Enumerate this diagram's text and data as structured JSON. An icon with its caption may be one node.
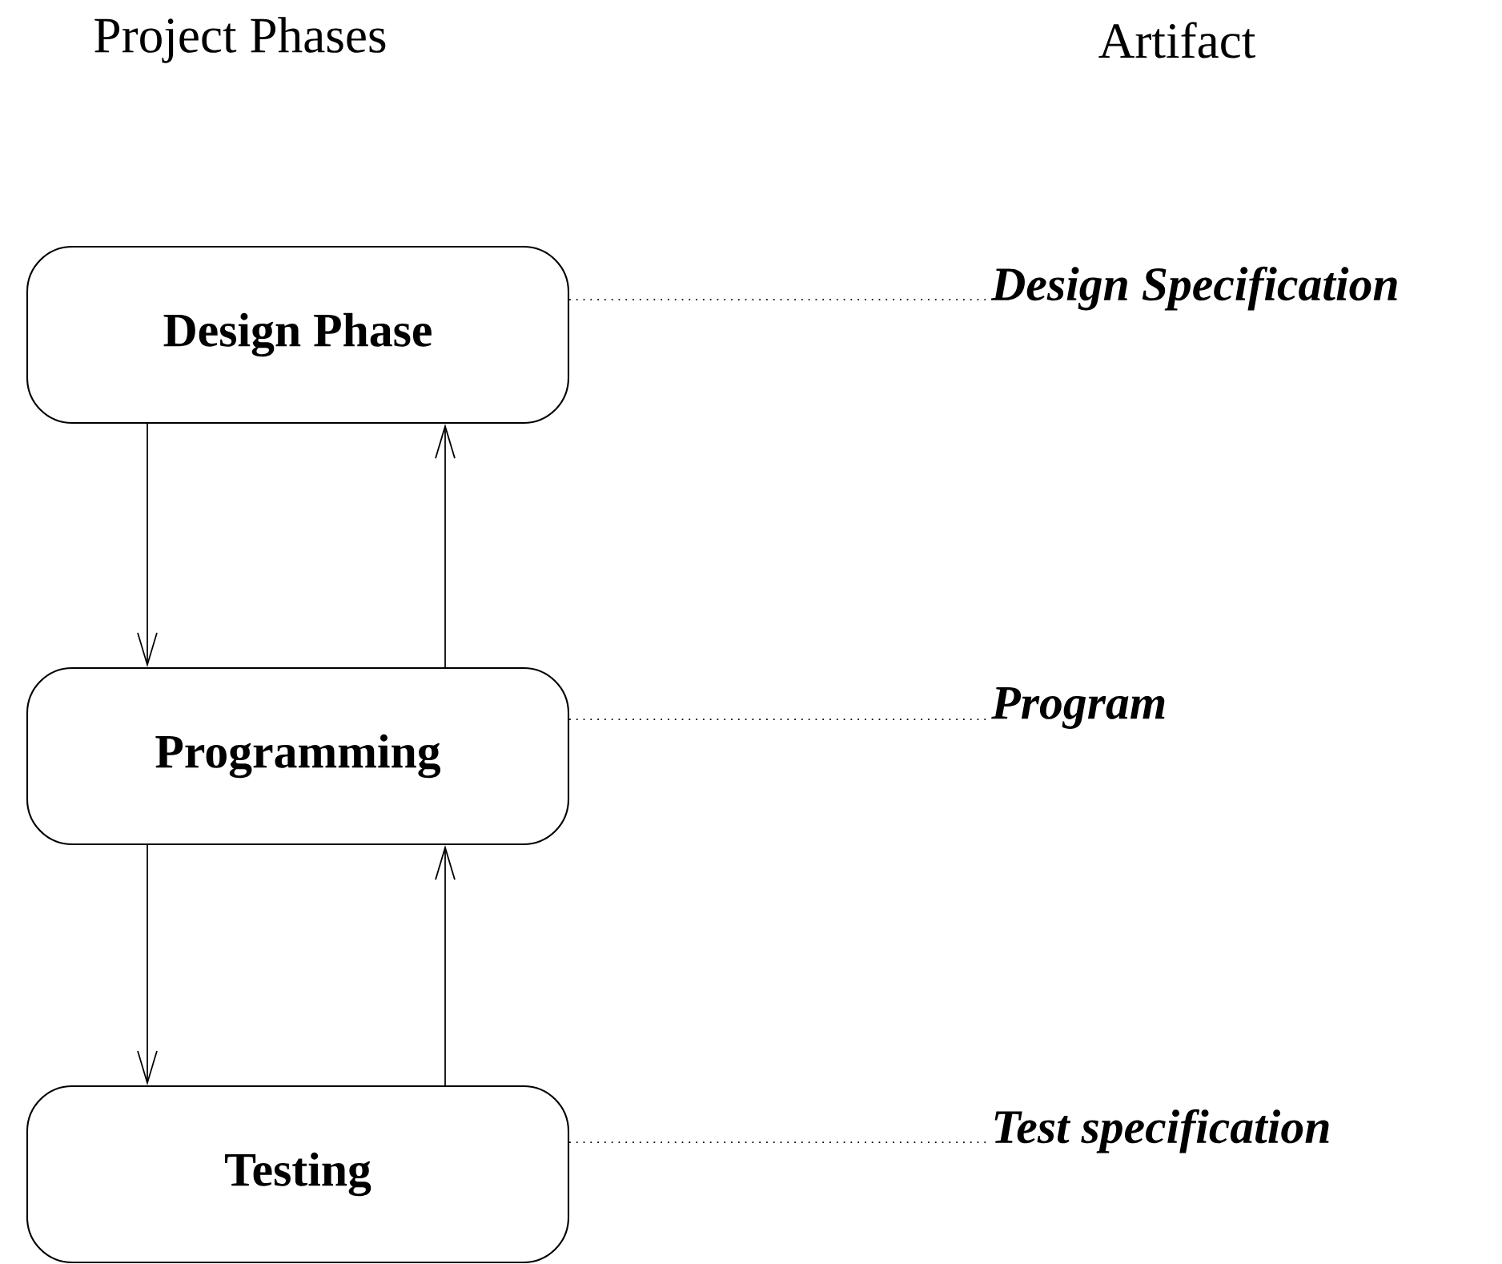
{
  "diagram": {
    "nodes": [
      {
        "text": [
          "Design Phase"
        ]
      },
      {
        "text": [
          "Programming"
        ]
      },
      {
        "text": [
          "Testing"
        ]
      },
      {
        "text": [
          "*Design Specification*"
        ]
      },
      {
        "text": [
          "*Program*"
        ]
      },
      {
        "text": [
          "*Test specification*"
        ]
      }
    ],
    "edges": [
      {
        "from": 0,
        "to": 1,
        "arrow": "to"
      },
      {
        "from": 1,
        "to": 0,
        "arrow": "to"
      },
      {
        "from": 1,
        "to": 2,
        "arrow": "to"
      },
      {
        "from": 2,
        "to": 1,
        "arrow": "to"
      },
      {
        "from": 0,
        "to": 3,
        "arrow": "none",
        "style": "dashed"
      },
      {
        "from": 1,
        "to": 4,
        "arrow": "none",
        "style": "dashed"
      },
      {
        "from": 2,
        "to": 5,
        "arrow": "none",
        "style": "dashed"
      }
    ],
    "labels": [
      "Project Phases",
      "Artifact"
    ]
  }
}
